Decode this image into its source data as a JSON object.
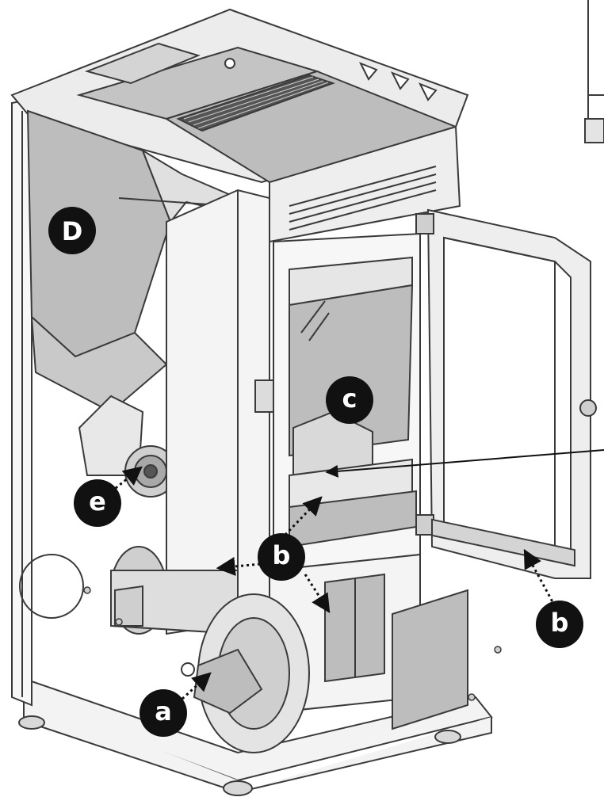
{
  "labels": {
    "d": "D",
    "c": "c",
    "e": "e",
    "b1": "b",
    "b2": "b",
    "a": "a"
  },
  "colors": {
    "line": "#3a3a3a",
    "panel_fill": "#bdbdbd",
    "light_fill": "#e4e4e4",
    "badge_fill": "#111111",
    "badge_text": "#ffffff"
  }
}
